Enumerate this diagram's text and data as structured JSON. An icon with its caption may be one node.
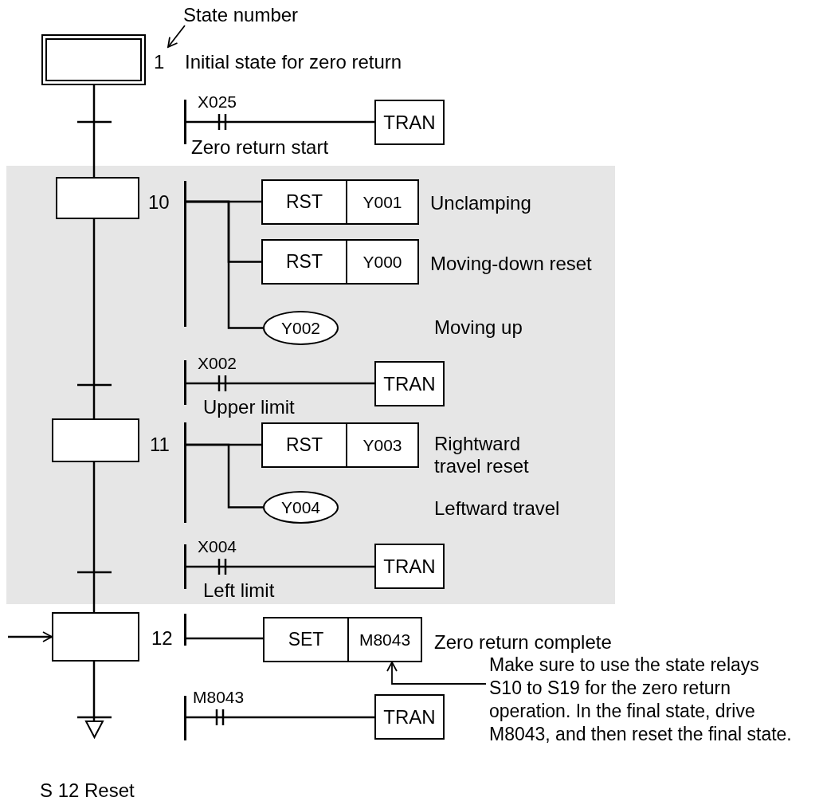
{
  "diagram": {
    "nodes": [
      {
        "text": [],
        "shape": "box",
        "beside": [
          "1",
          "Initial state for zero return"
        ]
      },
      {
        "text": [
          "State number"
        ]
      },
      {
        "text": [],
        "shape": "bar"
      },
      {
        "text": [
          "X025"
        ],
        "beside": [
          "Zero return start"
        ]
      },
      {
        "text": [
          "TRAN"
        ]
      },
      {
        "text": [],
        "shape": "box",
        "beside": [
          "10"
        ]
      },
      {
        "text": [],
        "shape": "bar"
      },
      {
        "text": [
          "RST",
          "Y001"
        ],
        "beside": [
          "Unclamping"
        ]
      },
      {
        "text": [
          "RST",
          "Y000"
        ],
        "beside": [
          "Moving-down reset"
        ]
      },
      {
        "text": [
          "Y002"
        ]
      },
      {
        "text": [],
        "shape": "bar"
      },
      {
        "text": [
          "X002"
        ],
        "beside": [
          "Upper limit"
        ]
      },
      {
        "text": [
          "TRAN"
        ]
      },
      {
        "text": [],
        "shape": "box",
        "beside": [
          "11"
        ]
      },
      {
        "text": [],
        "shape": "bar"
      },
      {
        "text": [
          "RST",
          "Y003"
        ],
        "beside": [
          "Rightward travel reset"
        ]
      },
      {
        "text": [
          "Y004"
        ]
      },
      {
        "text": [],
        "shape": "bar"
      },
      {
        "text": [
          "X004"
        ],
        "beside": [
          "Left limit"
        ]
      },
      {
        "text": [
          "TRAN"
        ]
      },
      {
        "text": [],
        "shape": "box",
        "beside": [
          "12"
        ]
      },
      {
        "text": [],
        "shape": "bar"
      },
      {
        "text": [
          "SET",
          "M8043"
        ],
        "beside": [
          "Zero return complete"
        ]
      },
      {
        "text": [],
        "shape": "bar"
      },
      {
        "text": [
          "M8043"
        ]
      },
      {
        "text": [
          "TRAN"
        ]
      },
      {
        "text": [
          "Make sure to use the state relays S10 to S19 for the zero return operation.  In the final state, drive M8043, and then reset the final state."
        ]
      },
      {
        "text": [],
        "shape": "triangle",
        "beside": [
          "S 12 Reset"
        ]
      }
    ],
    "edges": [
      {
        "from": 1,
        "to": 0,
        "arrow": "to"
      },
      {
        "from": 0,
        "to": 5,
        "arrow": "none"
      },
      {
        "from": 5,
        "to": 13,
        "arrow": "none"
      },
      {
        "from": 13,
        "to": 20,
        "arrow": "none"
      },
      {
        "from": 20,
        "to": 27,
        "arrow": "none"
      },
      {
        "from": null,
        "to": 20,
        "arrow": "to"
      },
      {
        "from": 2,
        "to": 3,
        "arrow": "none"
      },
      {
        "from": 3,
        "to": 4,
        "arrow": "none"
      },
      {
        "from": 6,
        "to": 7,
        "arrow": "none"
      },
      {
        "from": 6,
        "to": 8,
        "arrow": "none"
      },
      {
        "from": 6,
        "to": 9,
        "arrow": "none"
      },
      {
        "from": 10,
        "to": 11,
        "arrow": "none"
      },
      {
        "from": 11,
        "to": 12,
        "arrow": "none"
      },
      {
        "from": 14,
        "to": 15,
        "arrow": "none"
      },
      {
        "from": 14,
        "to": 16,
        "arrow": "none"
      },
      {
        "from": 17,
        "to": 18,
        "arrow": "none"
      },
      {
        "from": 18,
        "to": 19,
        "arrow": "none"
      },
      {
        "from": 21,
        "to": 22,
        "arrow": "none"
      },
      {
        "from": 23,
        "to": 24,
        "arrow": "none"
      },
      {
        "from": 24,
        "to": 25,
        "arrow": "none"
      },
      {
        "from": 26,
        "to": 22,
        "arrow": "to"
      }
    ],
    "labels": [
      "Moving up",
      "Leftward travel"
    ]
  }
}
